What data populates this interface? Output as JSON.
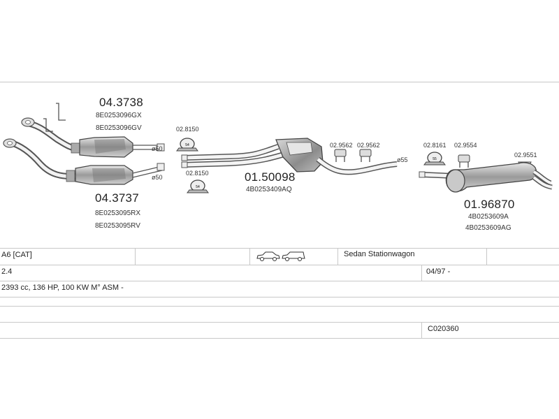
{
  "parts": {
    "cat_upper": {
      "number": "04.3738",
      "refs": [
        "8E0253096GX",
        "8E0253096GV"
      ]
    },
    "cat_lower": {
      "number": "04.3737",
      "refs": [
        "8E0253095RX",
        "8E0253095RV"
      ]
    },
    "diam_upper": "ø50",
    "diam_lower": "ø50",
    "clamp_upper": "02.8150",
    "clamp_lower": "02.8150",
    "middle": {
      "number": "01.50098",
      "ref": "4B0253409AQ"
    },
    "mount_a": "02.9562",
    "mount_b": "02.9562",
    "diam_mid": "ø55",
    "clamp_rear": "02.8161",
    "mount_c": "02.9554",
    "mount_d": "02.9551",
    "rear": {
      "number": "01.96870",
      "refs": [
        "4B0253609A",
        "4B0253609AG"
      ]
    }
  },
  "table": {
    "model": "A6  [CAT]",
    "body_types": "Sedan Stationwagon",
    "engine": "2.4",
    "date": "04/97 -",
    "spec": "2393 cc, 136 HP, 100 KW M° ASM -",
    "code": "C020360"
  },
  "icons": [
    "sedan-car-icon",
    "stationwagon-car-icon"
  ]
}
